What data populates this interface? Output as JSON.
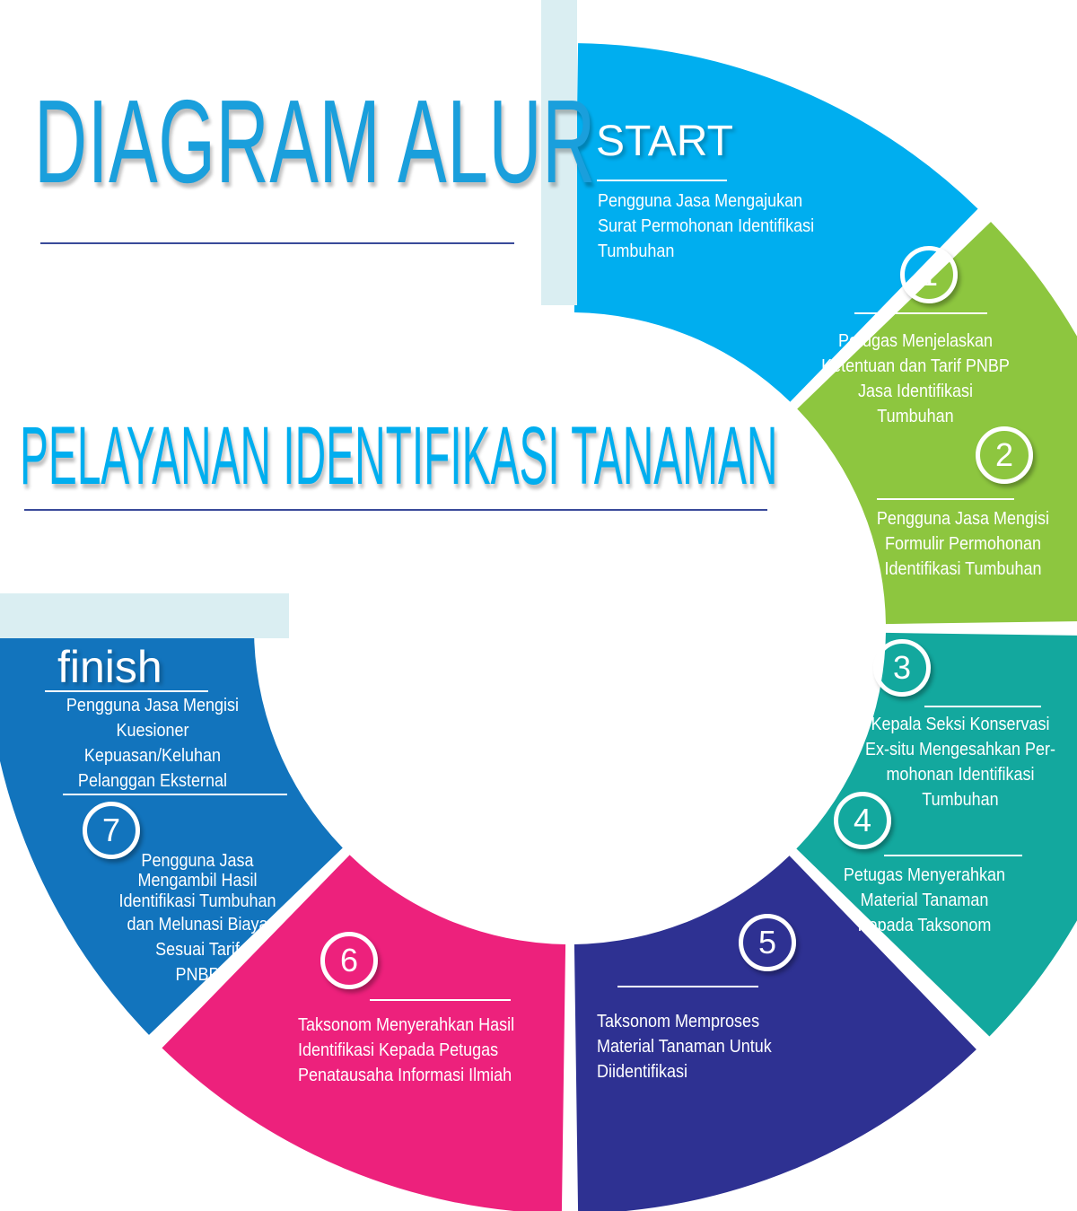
{
  "title": "DIAGRAM ALUR",
  "subtitle": "PELAYANAN IDENTIFIKASI TANAMAN",
  "colors": {
    "start": "#00aeef",
    "step1_2": "#8dc63f",
    "step3_4": "#13a89e",
    "step5": "#2e3192",
    "step6": "#ed217c",
    "step7_finish": "#1274bd"
  },
  "start": {
    "label": "START",
    "text": [
      "Pengguna Jasa Mengajukan",
      "Surat Permohonan Identifikasi",
      "Tumbuhan"
    ]
  },
  "steps": [
    {
      "num": "1",
      "text": [
        "Petugas Menjelaskan",
        "Ketentuan dan Tarif PNBP",
        "Jasa Identifikasi",
        "Tumbuhan"
      ]
    },
    {
      "num": "2",
      "text": [
        "Pengguna Jasa Mengisi",
        "Formulir Permohonan",
        "Identifikasi Tumbuhan"
      ]
    },
    {
      "num": "3",
      "text": [
        "Kepala Seksi Konservasi",
        "Ex-situ Mengesahkan Per-",
        "mohonan Identifikasi",
        "Tumbuhan"
      ]
    },
    {
      "num": "4",
      "text": [
        "Petugas Menyerahkan",
        "Material Tanaman",
        "Kepada Taksonom"
      ]
    },
    {
      "num": "5",
      "text": [
        "Taksonom Memproses",
        "Material Tanaman Untuk",
        "Diidentifikasi"
      ]
    },
    {
      "num": "6",
      "text": [
        "Taksonom Menyerahkan Hasil",
        "Identifikasi Kepada Petugas",
        "Penatausaha Informasi Ilmiah"
      ]
    },
    {
      "num": "7",
      "text": [
        "Pengguna Jasa",
        "Mengambil Hasil",
        "Identifikasi Tumbuhan",
        "dan Melunasi Biaya",
        "Sesuai Tarif",
        "PNBP"
      ]
    }
  ],
  "finish": {
    "label": "finish",
    "text": [
      "Pengguna Jasa Mengisi",
      "Kuesioner",
      "Kepuasan/Keluhan",
      "Pelanggan Eksternal"
    ]
  }
}
